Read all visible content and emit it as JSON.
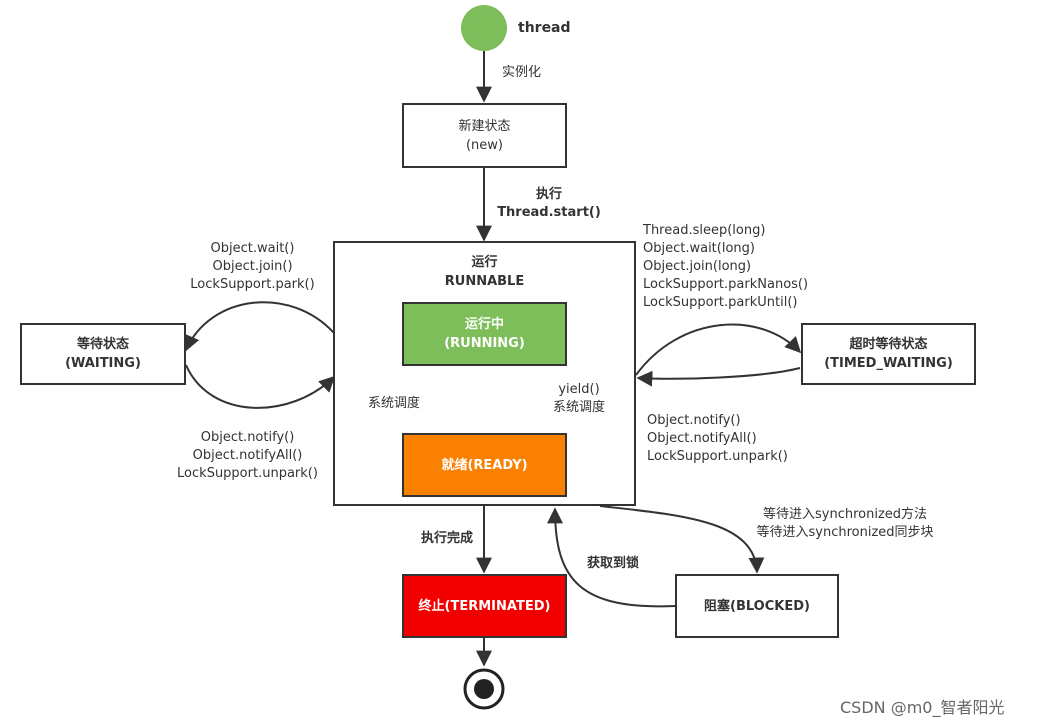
{
  "nodes": {
    "start": {
      "label": "thread"
    },
    "new": {
      "line1": "新建状态",
      "line2": "(new)"
    },
    "runnable": {
      "line1": "运行",
      "line2": "RUNNABLE"
    },
    "running": {
      "line1": "运行中",
      "line2": "(RUNNING)",
      "color": "#7DBE5A"
    },
    "ready": {
      "line1": "就绪(READY)",
      "color": "#F98000"
    },
    "waiting": {
      "line1": "等待状态",
      "line2": "(WAITING)"
    },
    "timed_waiting": {
      "line1": "超时等待状态",
      "line2": "(TIMED_WAITING)"
    },
    "blocked": {
      "line1": "阻塞(BLOCKED)"
    },
    "terminated": {
      "line1": "终止(TERMINATED)",
      "color": "#F20000"
    }
  },
  "edges": {
    "instantiate": "实例化",
    "start_line1": "执行",
    "start_line2": "Thread.start()",
    "to_waiting": [
      "Object.wait()",
      "Object.join()",
      "LockSupport.park()"
    ],
    "from_waiting": [
      "Object.notify()",
      "Object.notifyAll()",
      "LockSupport.unpark()"
    ],
    "to_timed": [
      "Thread.sleep(long)",
      "Object.wait(long)",
      "Object.join(long)",
      "LockSupport.parkNanos()",
      "LockSupport.parkUntil()"
    ],
    "from_timed": [
      "Object.notify()",
      "Object.notifyAll()",
      "LockSupport.unpark()"
    ],
    "ready_to_running": "系统调度",
    "running_to_ready": [
      "yield()",
      "系统调度"
    ],
    "to_blocked": [
      "等待进入synchronized方法",
      "等待进入synchronized同步块"
    ],
    "from_blocked": "获取到锁",
    "to_terminated": "执行完成"
  },
  "watermark": "CSDN @m0_智者阳光",
  "colors": {
    "start": "#7DBE5A",
    "stroke": "#333333"
  }
}
